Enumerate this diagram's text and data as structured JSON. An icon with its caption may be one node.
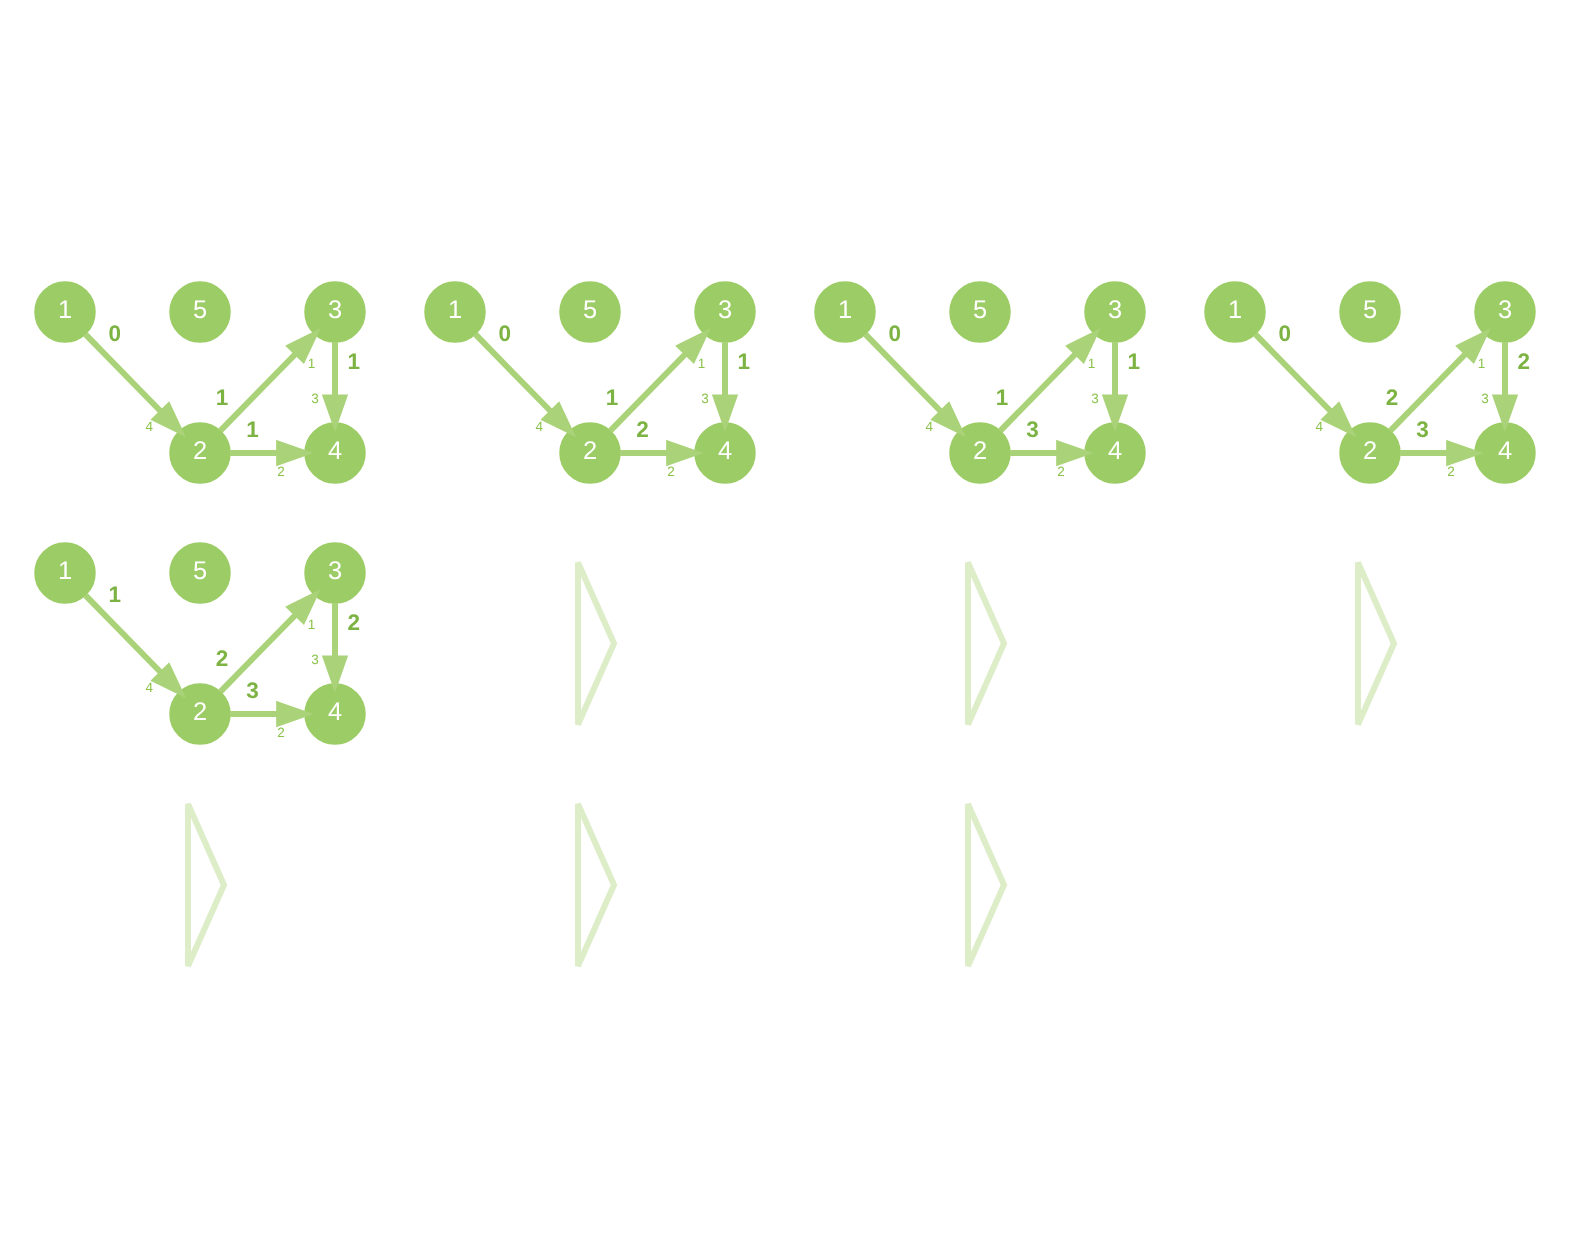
{
  "diagram": {
    "nodes": [
      {
        "text": [
          "1"
        ]
      },
      {
        "text": [
          "5"
        ]
      },
      {
        "text": [
          "3"
        ]
      },
      {
        "text": [
          "2"
        ]
      },
      {
        "text": [
          "4"
        ]
      },
      {
        "text": [],
        "shape": "chevron"
      },
      {
        "text": [
          "1"
        ]
      },
      {
        "text": [
          "5"
        ]
      },
      {
        "text": [
          "3"
        ]
      },
      {
        "text": [
          "2"
        ]
      },
      {
        "text": [
          "4"
        ]
      },
      {
        "text": [],
        "shape": "chevron"
      },
      {
        "text": [],
        "shape": "chevron"
      },
      {
        "text": [
          "1"
        ]
      },
      {
        "text": [
          "5"
        ]
      },
      {
        "text": [
          "3"
        ]
      },
      {
        "text": [
          "2"
        ]
      },
      {
        "text": [
          "4"
        ]
      },
      {
        "text": [],
        "shape": "chevron"
      },
      {
        "text": [
          "1"
        ]
      },
      {
        "text": [
          "5"
        ]
      },
      {
        "text": [
          "3"
        ]
      },
      {
        "text": [
          "2"
        ]
      },
      {
        "text": [
          "4"
        ]
      },
      {
        "text": [],
        "shape": "chevron"
      },
      {
        "text": [],
        "shape": "chevron"
      },
      {
        "text": [
          "1"
        ]
      },
      {
        "text": [
          "5"
        ]
      },
      {
        "text": [
          "3"
        ]
      },
      {
        "text": [
          "2"
        ]
      },
      {
        "text": [
          "4"
        ]
      }
    ],
    "edges": [
      {
        "from": 0,
        "to": 3,
        "arrow": "to",
        "label": "0"
      },
      {
        "from": 3,
        "to": 2,
        "arrow": "to",
        "label": "1"
      },
      {
        "from": 2,
        "to": 4,
        "arrow": "to",
        "label": "1"
      },
      {
        "from": 3,
        "to": 4,
        "arrow": "to",
        "label": "1"
      },
      {
        "from": 6,
        "to": 9,
        "arrow": "to",
        "label": "0"
      },
      {
        "from": 9,
        "to": 8,
        "arrow": "to",
        "label": "1"
      },
      {
        "from": 8,
        "to": 10,
        "arrow": "to",
        "label": "1"
      },
      {
        "from": 9,
        "to": 10,
        "arrow": "to",
        "label": "2"
      },
      {
        "from": 13,
        "to": 16,
        "arrow": "to",
        "label": "0"
      },
      {
        "from": 16,
        "to": 15,
        "arrow": "to",
        "label": "1"
      },
      {
        "from": 15,
        "to": 17,
        "arrow": "to",
        "label": "1"
      },
      {
        "from": 16,
        "to": 17,
        "arrow": "to",
        "label": "3"
      },
      {
        "from": 19,
        "to": 22,
        "arrow": "to",
        "label": "0"
      },
      {
        "from": 22,
        "to": 21,
        "arrow": "to",
        "label": "2"
      },
      {
        "from": 21,
        "to": 23,
        "arrow": "to",
        "label": "2"
      },
      {
        "from": 22,
        "to": 23,
        "arrow": "to",
        "label": "3"
      },
      {
        "from": 26,
        "to": 29,
        "arrow": "to",
        "label": "1"
      },
      {
        "from": 29,
        "to": 28,
        "arrow": "to",
        "label": "2"
      },
      {
        "from": 28,
        "to": 30,
        "arrow": "to",
        "label": "2"
      },
      {
        "from": 29,
        "to": 30,
        "arrow": "to",
        "label": "3"
      }
    ],
    "labels": [
      "1",
      "4",
      "3",
      "2",
      "1",
      "4",
      "3",
      "2",
      "1",
      "4",
      "3",
      "2",
      "1",
      "4",
      "3",
      "2",
      "1",
      "4",
      "3",
      "2"
    ]
  }
}
